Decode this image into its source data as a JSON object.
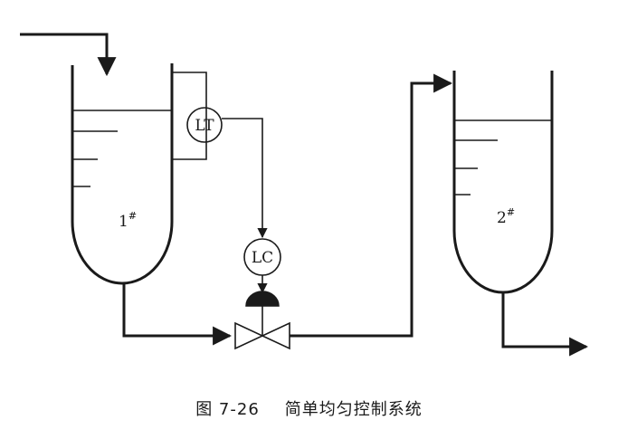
{
  "diagram": {
    "tank1_label": "1",
    "tank1_sup": "#",
    "tank2_label": "2",
    "tank2_sup": "#",
    "level_transmitter": "LT",
    "level_controller": "LC"
  },
  "caption": {
    "figure_number": "图 7-26",
    "title": "简单均匀控制系统"
  },
  "colors": {
    "ink": "#1a1a1a",
    "background": "#ffffff"
  }
}
